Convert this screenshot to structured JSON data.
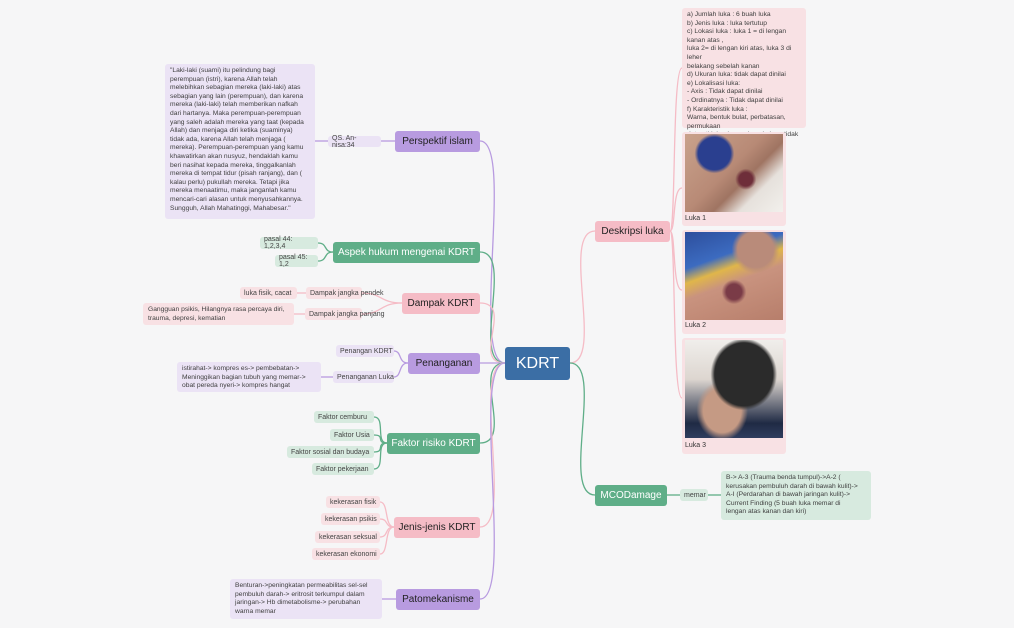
{
  "root": "KDRT",
  "colors": {
    "root": "#3b6ea5",
    "purple": "#b89be0",
    "green": "#5fae88",
    "pink": "#f5bcc6"
  },
  "perspektif": {
    "title": "Perspektif islam",
    "ref": "QS. An-nisa:34",
    "quote": "\"Laki-laki (suami) itu pelindung bagi\nperempuan (istri), karena Allah telah\nmelebihkan sebagian mereka (laki-laki) atas\nsebagian yang lain (perempuan), dan karena\nmereka (laki-laki) telah memberikan nafkah\ndari hartanya. Maka perempuan-perempuan\nyang saleh adalah mereka yang taat (kepada\nAllah) dan menjaga diri ketika (suaminya)\ntidak ada, karena Allah telah menjaga (\nmereka). Perempuan-perempuan yang kamu\nkhawatirkan akan nusyuz, hendaklah kamu\nberi nasihat kepada mereka, tinggalkanlah\nmereka di tempat tidur (pisah ranjang), dan (\nkalau perlu) pukullah mereka. Tetapi jika\nmereka menaatimu, maka janganlah kamu\nmencari-cari alasan untuk menyusahkannya.\nSungguh, Allah Mahatinggi, Mahabesar.\""
  },
  "aspek": {
    "title": "Aspek hukum mengenai KDRT",
    "items": [
      "pasal 44: 1,2,3,4",
      "pasal 45: 1,2"
    ]
  },
  "dampak": {
    "title": "Dampak KDRT",
    "pendek": "Dampak jangka pendek",
    "pendek_detail": "luka fisik, cacat",
    "panjang": "Dampak jangka panjang",
    "panjang_detail": "Gangguan psikis, Hilangnya rasa percaya diri,\ntrauma, depresi, kematian"
  },
  "penanganan": {
    "title": "Penanganan",
    "kdrt": "Penangan KDRT",
    "luka": "Penanganan Luka",
    "luka_detail": "istirahat-> kompres es-> pembebatan->\nMeninggikan bagian tubuh yang memar->\nobat pereda nyeri-> kompres hangat"
  },
  "faktor": {
    "title": "Faktor risiko KDRT",
    "items": [
      "Faktor cemburu",
      "Faktor Usia",
      "Faktor sosial dan budaya",
      "Faktor pekerjaan"
    ]
  },
  "jenis": {
    "title": "Jenis-jenis KDRT",
    "items": [
      "kekerasan fisik",
      "kekerasan psikis",
      "kekerasan seksual",
      "kekerasan ekonomi"
    ]
  },
  "pato": {
    "title": "Patomekanisme",
    "detail": "Benturan->peningkatan permeabilitas sel-sel\npembuluh darah-> eritrosit terkumpul dalam\njaringan-> Hb dimetabolisme-> perubahan\nwarna memar"
  },
  "deskripsi": {
    "title": "Deskripsi luka",
    "detail": "a) Jumlah luka : 6 buah luka\nb) Jenis luka : luka tertutup\nc) Lokasi luka : luka 1 = di lengan kanan atas ,\nluka 2= di lengan kiri atas, luka 3 di leher\nbelakang sebelah kanan\nd) Ukuran luka: tidak dapat dinilai\ne) Lokalisasi luka:\n- Axis : Tidak dapat dinilai\n- Ordinatnya : Tidak dapat dinilai\nf) Karakteristik luka :\nWarna, bentuk bulat, perbatasan, permukaan\ndatar, tidak ada pembengkakan, tidak ada\nkelainan di daerah sekitar luka.",
    "photos": [
      "Luka 1",
      "Luka 2",
      "Luka 3"
    ]
  },
  "mco": {
    "title": "MCODamage",
    "label": "memar",
    "detail": "B-> A-3 (Trauma benda tumpul)->A-2 (\nkerusakan pembuluh darah di bawah kulit)->\nA-I (Perdarahan di bawah jaringan kulit)->\nCurrent Finding (5 buah luka memar di\nlengan atas kanan dan kiri)"
  }
}
